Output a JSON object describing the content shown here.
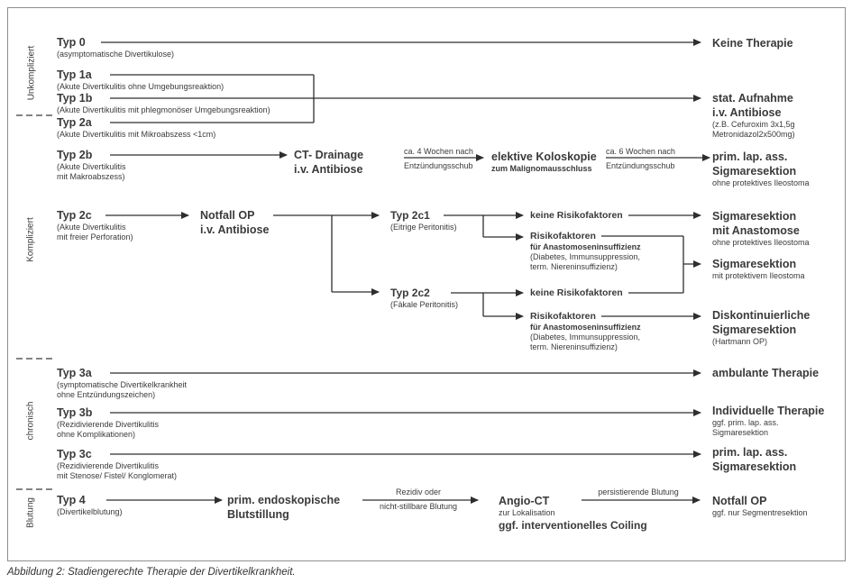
{
  "figure": {
    "caption": "Abbildung 2: Stadiengerechte Therapie der Divertikelkrankheit."
  },
  "colors": {
    "text": "#3a3a3a",
    "line": "#2e2e2e",
    "border": "#8f8f8f"
  },
  "sections": {
    "unkompliziert": "Unkompliziert",
    "kompliziert": "Kompliziert",
    "chronisch": "chronisch",
    "blutung": "Blutung"
  },
  "nodes": {
    "typ0": {
      "title": "Typ 0",
      "sub1": "(asymptomatische Divertikulose)"
    },
    "typ1a": {
      "title": "Typ 1a",
      "sub1": "(Akute Divertikulitis ohne Umgebungsreaktion)"
    },
    "typ1b": {
      "title": "Typ 1b",
      "sub1": "(Akute Divertikulitis mit phlegmonöser Umgebungsreaktion)"
    },
    "typ2a": {
      "title": "Typ 2a",
      "sub1": "(Akute Divertikulitis mit Mikroabszess <1cm)"
    },
    "typ2b": {
      "title": "Typ 2b",
      "sub1": "(Akute Divertikulitis",
      "sub2": "mit Makroabszess)"
    },
    "ct_drainage": {
      "line1": "CT- Drainage",
      "line2": "i.v. Antibiose"
    },
    "koloskopie": {
      "title": "elektive Koloskopie",
      "sub1": "zum Malignomausschluss"
    },
    "keine_therapie": {
      "title": "Keine Therapie"
    },
    "stat_aufnahme": {
      "line1": "stat. Aufnahme",
      "line2": "i.v. Antibiose",
      "sub1": "(z.B. Cefuroxim 3x1,5g",
      "sub2": "Metronidazol2x500mg)"
    },
    "prim_lap_2b": {
      "line1": "prim. lap. ass.",
      "line2": "Sigmaresektion",
      "sub1": "ohne protektives Ileostoma"
    },
    "typ2c": {
      "title": "Typ 2c",
      "sub1": "(Akute Divertikulitis",
      "sub2": "mit freier Perforation)"
    },
    "notfall_op": {
      "line1": "Notfall OP",
      "line2": "i.v. Antibiose"
    },
    "typ2c1": {
      "title": "Typ 2c1",
      "sub1": "(Eitrige Peritonitis)"
    },
    "typ2c2": {
      "title": "Typ 2c2",
      "sub1": "(Fäkale Peritonitis)"
    },
    "keine_risiko_2c1": {
      "title": "keine Risikofaktoren"
    },
    "risiko_2c1": {
      "title": "Risikofaktoren",
      "sub1": "für Anastomoseninsuffizienz",
      "sub2": "(Diabetes, Immunsuppression,",
      "sub3": "term. Niereninsuffizienz)"
    },
    "keine_risiko_2c2": {
      "title": "keine Risikofaktoren"
    },
    "risiko_2c2": {
      "title": "Risikofaktoren",
      "sub1": "für Anastomoseninsuffizienz",
      "sub2": "(Diabetes, Immunsuppression,",
      "sub3": "term. Niereninsuffizienz)"
    },
    "sigma_anastomose": {
      "line1": "Sigmaresektion",
      "line2": "mit Anastomose",
      "sub1": "ohne protektives Ileostoma"
    },
    "sigma_protektiv": {
      "line1": "Sigmaresektion",
      "sub1": "mit protektivem Ileostoma"
    },
    "diskontinuierlich": {
      "line1": "Diskontinuierliche",
      "line2": "Sigmaresektion",
      "sub1": "(Hartmann OP)"
    },
    "typ3a": {
      "title": "Typ 3a",
      "sub1": "(symptomatische Divertikelkrankheit",
      "sub2": "ohne Entzündungszeichen)"
    },
    "typ3b": {
      "title": "Typ 3b",
      "sub1": "(Rezidivierende Divertikulitis",
      "sub2": "ohne Komplikationen)"
    },
    "typ3c": {
      "title": "Typ 3c",
      "sub1": "(Rezidivierende Divertikulitis",
      "sub2": "mit Stenose/ Fistel/ Konglomerat)"
    },
    "ambulante": {
      "title": "ambulante Therapie"
    },
    "individuelle": {
      "title": "Individuelle Therapie",
      "sub1": "ggf. prim. lap. ass.",
      "sub2": "Sigmaresektion"
    },
    "prim_lap_3c": {
      "line1": "prim. lap. ass.",
      "line2": "Sigmaresektion"
    },
    "typ4": {
      "title": "Typ 4",
      "sub1": "(Divertikelblutung)"
    },
    "endoskopisch": {
      "line1": "prim. endoskopische",
      "line2": "Blutstillung"
    },
    "angio": {
      "title": "Angio-CT",
      "sub1": "zur Lokalisation",
      "line2": "ggf. interventionelles Coiling"
    },
    "notfall_op4": {
      "title": "Notfall OP",
      "sub1": "ggf. nur Segmentresektion"
    }
  },
  "arrow_labels": {
    "ca4": {
      "l1": "ca. 4 Wochen nach",
      "l2": "Entzündungsschub"
    },
    "ca6": {
      "l1": "ca. 6 Wochen nach",
      "l2": "Entzündungsschub"
    },
    "rezidiv": {
      "l1": "Rezidiv oder",
      "l2": "nicht-stillbare Blutung"
    },
    "persistierend": {
      "l1": "persistierende Blutung"
    }
  }
}
